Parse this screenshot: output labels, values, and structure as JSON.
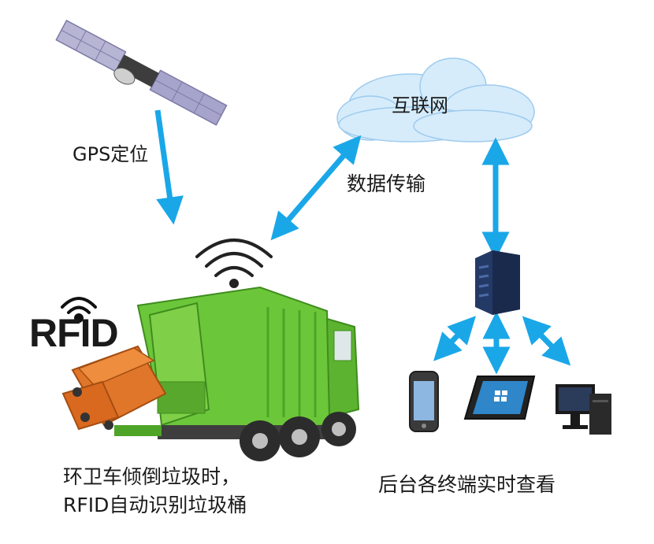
{
  "labels": {
    "gps": "GPS定位",
    "internet": "互联网",
    "transmission": "数据传输",
    "rfid": "RFID",
    "truck_caption": [
      "环卫车倾倒垃圾时，",
      "RFID自动识别垃圾桶"
    ],
    "backend_caption": "后台各终端实时查看"
  },
  "colors": {
    "arrow": "#1aa7e8",
    "truck_green": "#6cc63a",
    "bin_orange": "#e0762a",
    "cloud": "#d6ecfb",
    "server": "#243a66"
  },
  "icons": [
    "satellite-icon",
    "cloud-icon",
    "wifi-signal-icon",
    "garbage-truck-icon",
    "waste-bin-icon",
    "server-icon",
    "smartphone-icon",
    "tablet-icon",
    "desktop-icon"
  ]
}
